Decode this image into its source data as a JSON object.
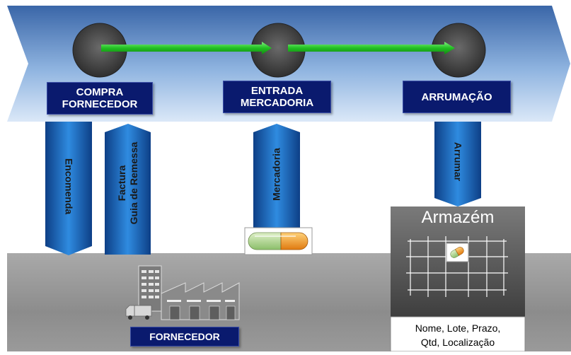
{
  "stages": [
    {
      "id": "compra",
      "label": "COMPRA\nFORNECEDOR"
    },
    {
      "id": "entrada",
      "label": "ENTRADA\nMERCADORIA"
    },
    {
      "id": "arrumacao",
      "label": "ARRUMAÇÃO"
    }
  ],
  "flows": {
    "encomenda": "Encomenda",
    "factura": "Factura\nGuia de Remessa",
    "mercadoria": "Mercadoria",
    "arrumar": "Arrumar"
  },
  "supplier": {
    "label": "FORNECEDOR"
  },
  "warehouse": {
    "title": "Armazém",
    "fields": "Nome, Lote, Prazo,\nQtd, Localização"
  },
  "icons": [
    "factory-icon",
    "truck-icon",
    "capsule-icon"
  ],
  "colors": {
    "band_top": "#3d6fb0",
    "band_bottom": "#c8dcf4",
    "label_bg": "#0a1a6e",
    "progress_arrow": "#22c022",
    "ground_top": "#a8a8a8",
    "warehouse_bg": "#5a5a5a"
  }
}
